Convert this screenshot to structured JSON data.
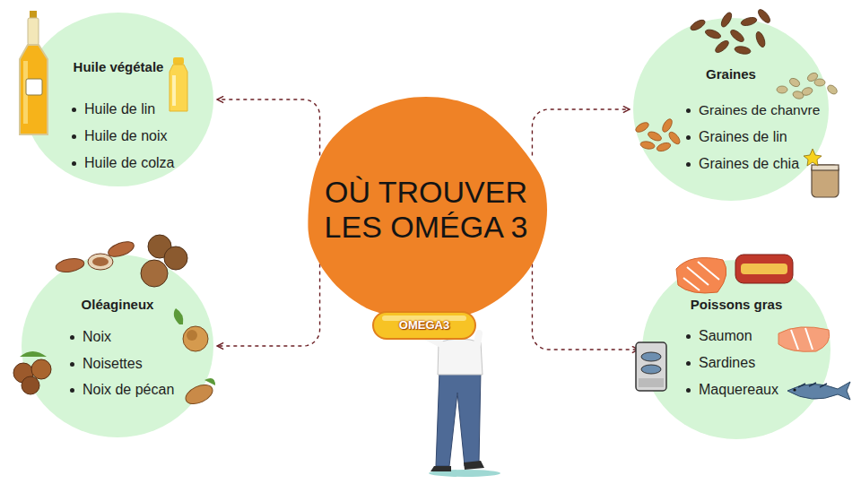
{
  "diagram": {
    "nodes": [
      {
        "text": [
          "OÙ TROUVER LES OMÉGA 3"
        ]
      },
      {
        "text": [
          "Huile végétale",
          "Huile de lin",
          "Huile de noix",
          "Huile de colza"
        ]
      },
      {
        "text": [
          "Graines",
          "Graines de chanvre",
          "Graines de lin",
          "Graines de chia"
        ]
      },
      {
        "text": [
          "Oléagineux",
          "Noix",
          "Noisettes",
          "Noix de pécan"
        ]
      },
      {
        "text": [
          "Poissons gras",
          "Saumon",
          "Sardines",
          "Maquereaux"
        ]
      }
    ],
    "edges": [
      {
        "from": 0,
        "to": 1,
        "arrow": "to"
      },
      {
        "from": 0,
        "to": 2,
        "arrow": "to"
      },
      {
        "from": 0,
        "to": 3,
        "arrow": "to"
      },
      {
        "from": 0,
        "to": 4,
        "arrow": "to"
      }
    ],
    "labels": [
      "OMEGA3"
    ]
  }
}
